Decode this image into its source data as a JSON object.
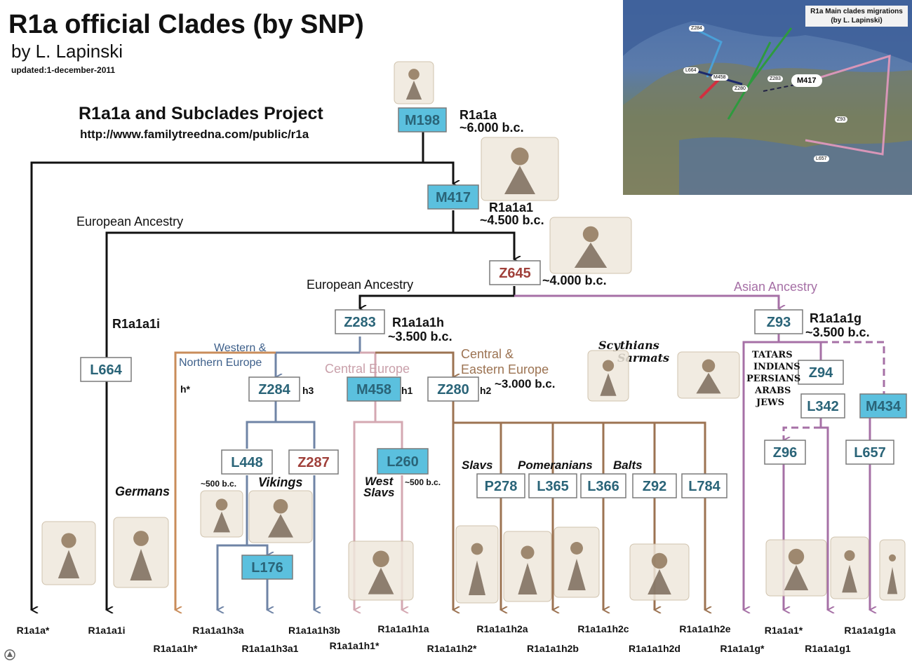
{
  "header": {
    "title": "R1a official Clades (by SNP)",
    "author": "by L. Lapinski",
    "updated": "updated:1-december-2011",
    "project": "R1a1a and Subclades Project",
    "url": "http://www.familytreedna.com/public/r1a"
  },
  "map": {
    "title_line1": "R1a Main clades migrations",
    "title_line2": "(by L. Lapinski)",
    "labels": [
      "Z284",
      "L664",
      "M458",
      "Z280",
      "Z283",
      "M417",
      "Z93",
      "L657"
    ]
  },
  "colors": {
    "black": "#111111",
    "western": "#6f84a6",
    "brown": "#9c7352",
    "pink": "#d4a8b2",
    "orange": "#c98c5a",
    "purple": "#a670a6",
    "box_blue": "#5bc0de",
    "node_text": "#2a6478",
    "red_text": "#a0403a"
  },
  "nodes": [
    {
      "id": "M198",
      "label": "M198",
      "style": "filled"
    },
    {
      "id": "M417",
      "label": "M417",
      "style": "filled"
    },
    {
      "id": "Z645",
      "label": "Z645",
      "style": "red"
    },
    {
      "id": "Z283",
      "label": "Z283",
      "style": "outline"
    },
    {
      "id": "Z93",
      "label": "Z93",
      "style": "outline"
    },
    {
      "id": "L664",
      "label": "L664",
      "style": "outline"
    },
    {
      "id": "Z284",
      "label": "Z284",
      "style": "outline"
    },
    {
      "id": "M458",
      "label": "M458",
      "style": "filled"
    },
    {
      "id": "Z280",
      "label": "Z280",
      "style": "outline"
    },
    {
      "id": "L448",
      "label": "L448",
      "style": "outline"
    },
    {
      "id": "Z287",
      "label": "Z287",
      "style": "red"
    },
    {
      "id": "L260",
      "label": "L260",
      "style": "filled"
    },
    {
      "id": "L176",
      "label": "L176",
      "style": "filled"
    },
    {
      "id": "P278",
      "label": "P278",
      "style": "outline"
    },
    {
      "id": "L365",
      "label": "L365",
      "style": "outline"
    },
    {
      "id": "L366",
      "label": "L366",
      "style": "outline"
    },
    {
      "id": "Z92",
      "label": "Z92",
      "style": "outline"
    },
    {
      "id": "L784",
      "label": "L784",
      "style": "outline"
    },
    {
      "id": "Z94",
      "label": "Z94",
      "style": "outline"
    },
    {
      "id": "L342",
      "label": "L342",
      "style": "outline"
    },
    {
      "id": "M434",
      "label": "M434",
      "style": "filled"
    },
    {
      "id": "Z96",
      "label": "Z96",
      "style": "outline"
    },
    {
      "id": "L657",
      "label": "L657",
      "style": "outline"
    }
  ],
  "annotations": {
    "m198_name": "R1a1a",
    "m198_date": "~6.000 b.c.",
    "m417_name": "R1a1a1",
    "m417_date": "~4.500 b.c.",
    "z645_date": "~4.000 b.c.",
    "european_ancestry_top": "European Ancestry",
    "european_ancestry_mid": "European Ancestry",
    "asian_ancestry": "Asian Ancestry",
    "z283_name": "R1a1a1h",
    "z283_date": "~3.500 b.c.",
    "z93_name": "R1a1a1g",
    "z93_date": "~3.500 b.c.",
    "l664_name": "R1a1a1i",
    "western_line1": "Western &",
    "western_line2": "Northern Europe",
    "central": "Central  Europe",
    "central_east_line1": "Central &",
    "central_east_line2": "Eastern Europe",
    "z280_date": "~3.000 b.c.",
    "h_star": "h*",
    "h3": "h3",
    "h1": "h1",
    "h2": "h2",
    "scythians": "Scythians",
    "sarmats": "Sarmats",
    "tatars": "TATARS",
    "indians": "INDIANS",
    "persians": "PERSIANS",
    "arabs": "ARABS",
    "jews": "JEWS",
    "germans": "Germans",
    "vikings": "Vikings",
    "l448_date": "~500 b.c.",
    "west_slavs_line1": "West",
    "west_slavs_line2": "Slavs",
    "l260_date": "~500 b.c.",
    "slavs": "Slavs",
    "pomeranians": "Pomeranians",
    "balts": "Balts"
  },
  "leaves": [
    "R1a1a*",
    "R1a1a1i",
    "R1a1a1h*",
    "R1a1a1h3a",
    "R1a1a1h3a1",
    "R1a1a1h3b",
    "R1a1a1h1*",
    "R1a1a1h1a",
    "R1a1a1h2*",
    "R1a1a1h2a",
    "R1a1a1h2b",
    "R1a1a1h2c",
    "R1a1a1h2d",
    "R1a1a1h2e",
    "R1a1a1g*",
    "R1a1a1*",
    "R1a1a1g1",
    "R1a1a1g1a"
  ]
}
